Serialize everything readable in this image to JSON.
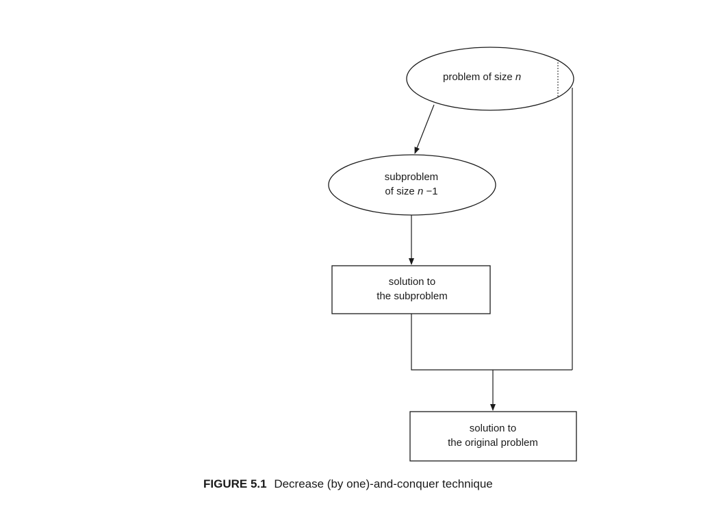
{
  "nodes": {
    "problem": {
      "prefix": "problem of size ",
      "var": "n"
    },
    "subproblem": {
      "line1": "subproblem",
      "line2_prefix": "of size ",
      "line2_var": "n",
      "line2_suffix": " −1"
    },
    "solution_sub": {
      "line1": "solution to",
      "line2": "the subproblem"
    },
    "solution_orig": {
      "line1": "solution to",
      "line2": "the original problem"
    }
  },
  "caption": {
    "label": "FIGURE 5.1",
    "text": "Decrease (by one)-and-conquer technique"
  }
}
